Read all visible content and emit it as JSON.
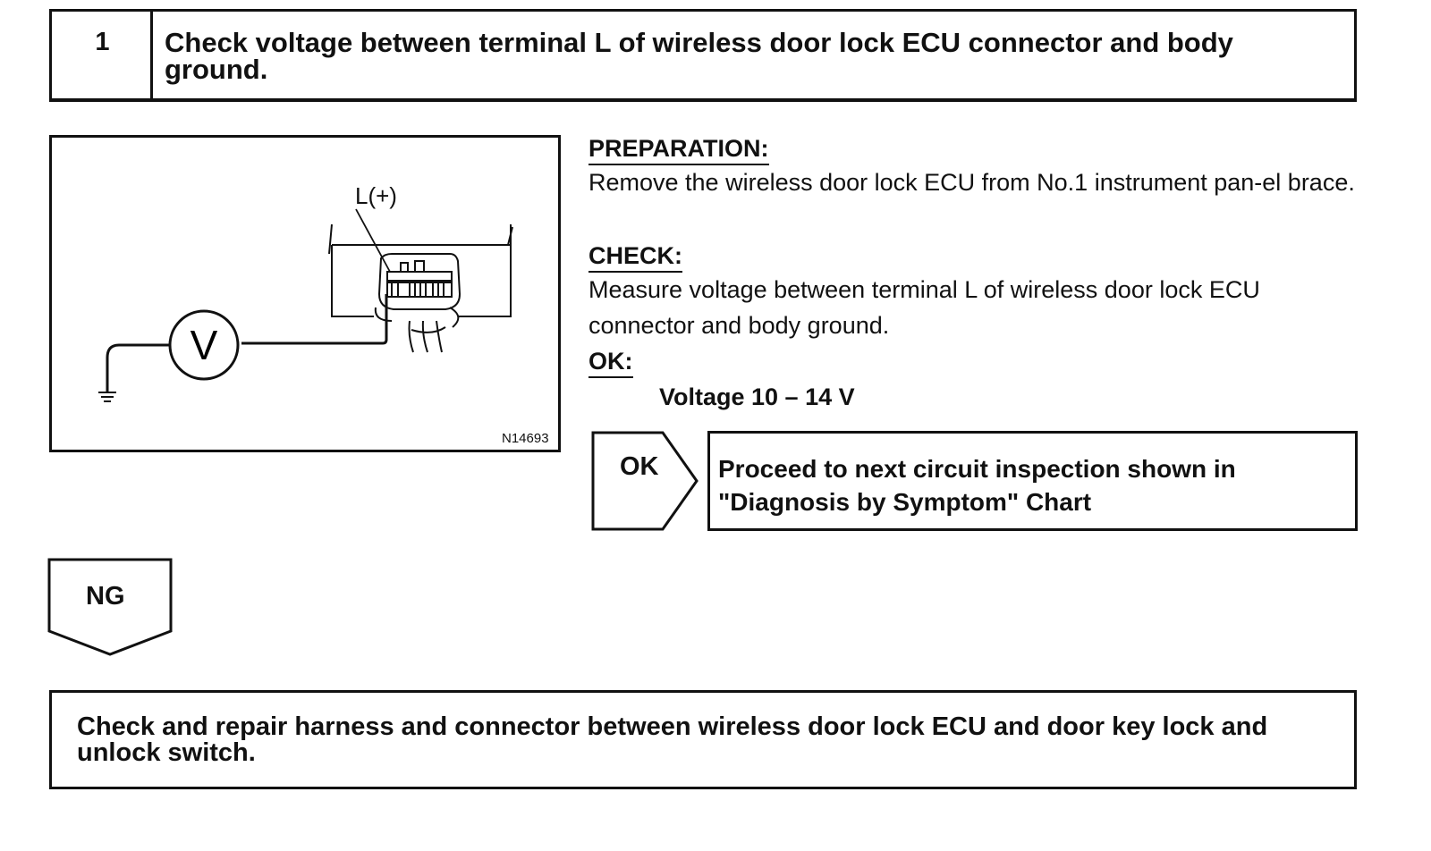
{
  "step": {
    "number": "1",
    "title": "Check voltage between terminal L of wireless door lock ECU connector and body ground."
  },
  "figure": {
    "terminal_label": "L(+)",
    "meter_symbol": "V",
    "figure_code": "N14693"
  },
  "preparation": {
    "heading": "PREPARATION:",
    "text": "Remove the wireless door lock ECU from No.1 instrument pan-el brace."
  },
  "check": {
    "heading": "CHECK:",
    "text": "Measure voltage between terminal L of wireless door lock ECU connector and body ground."
  },
  "ok_criteria": {
    "heading": "OK:",
    "spec": "Voltage 10 – 14 V"
  },
  "ok_branch": {
    "label": "OK",
    "result": "Proceed to next circuit inspection shown in \"Diagnosis by Symptom\" Chart"
  },
  "ng_branch": {
    "label": "NG"
  },
  "ng_action": {
    "text": "Check and repair harness and connector between wireless door lock ECU and door key lock and unlock switch."
  }
}
